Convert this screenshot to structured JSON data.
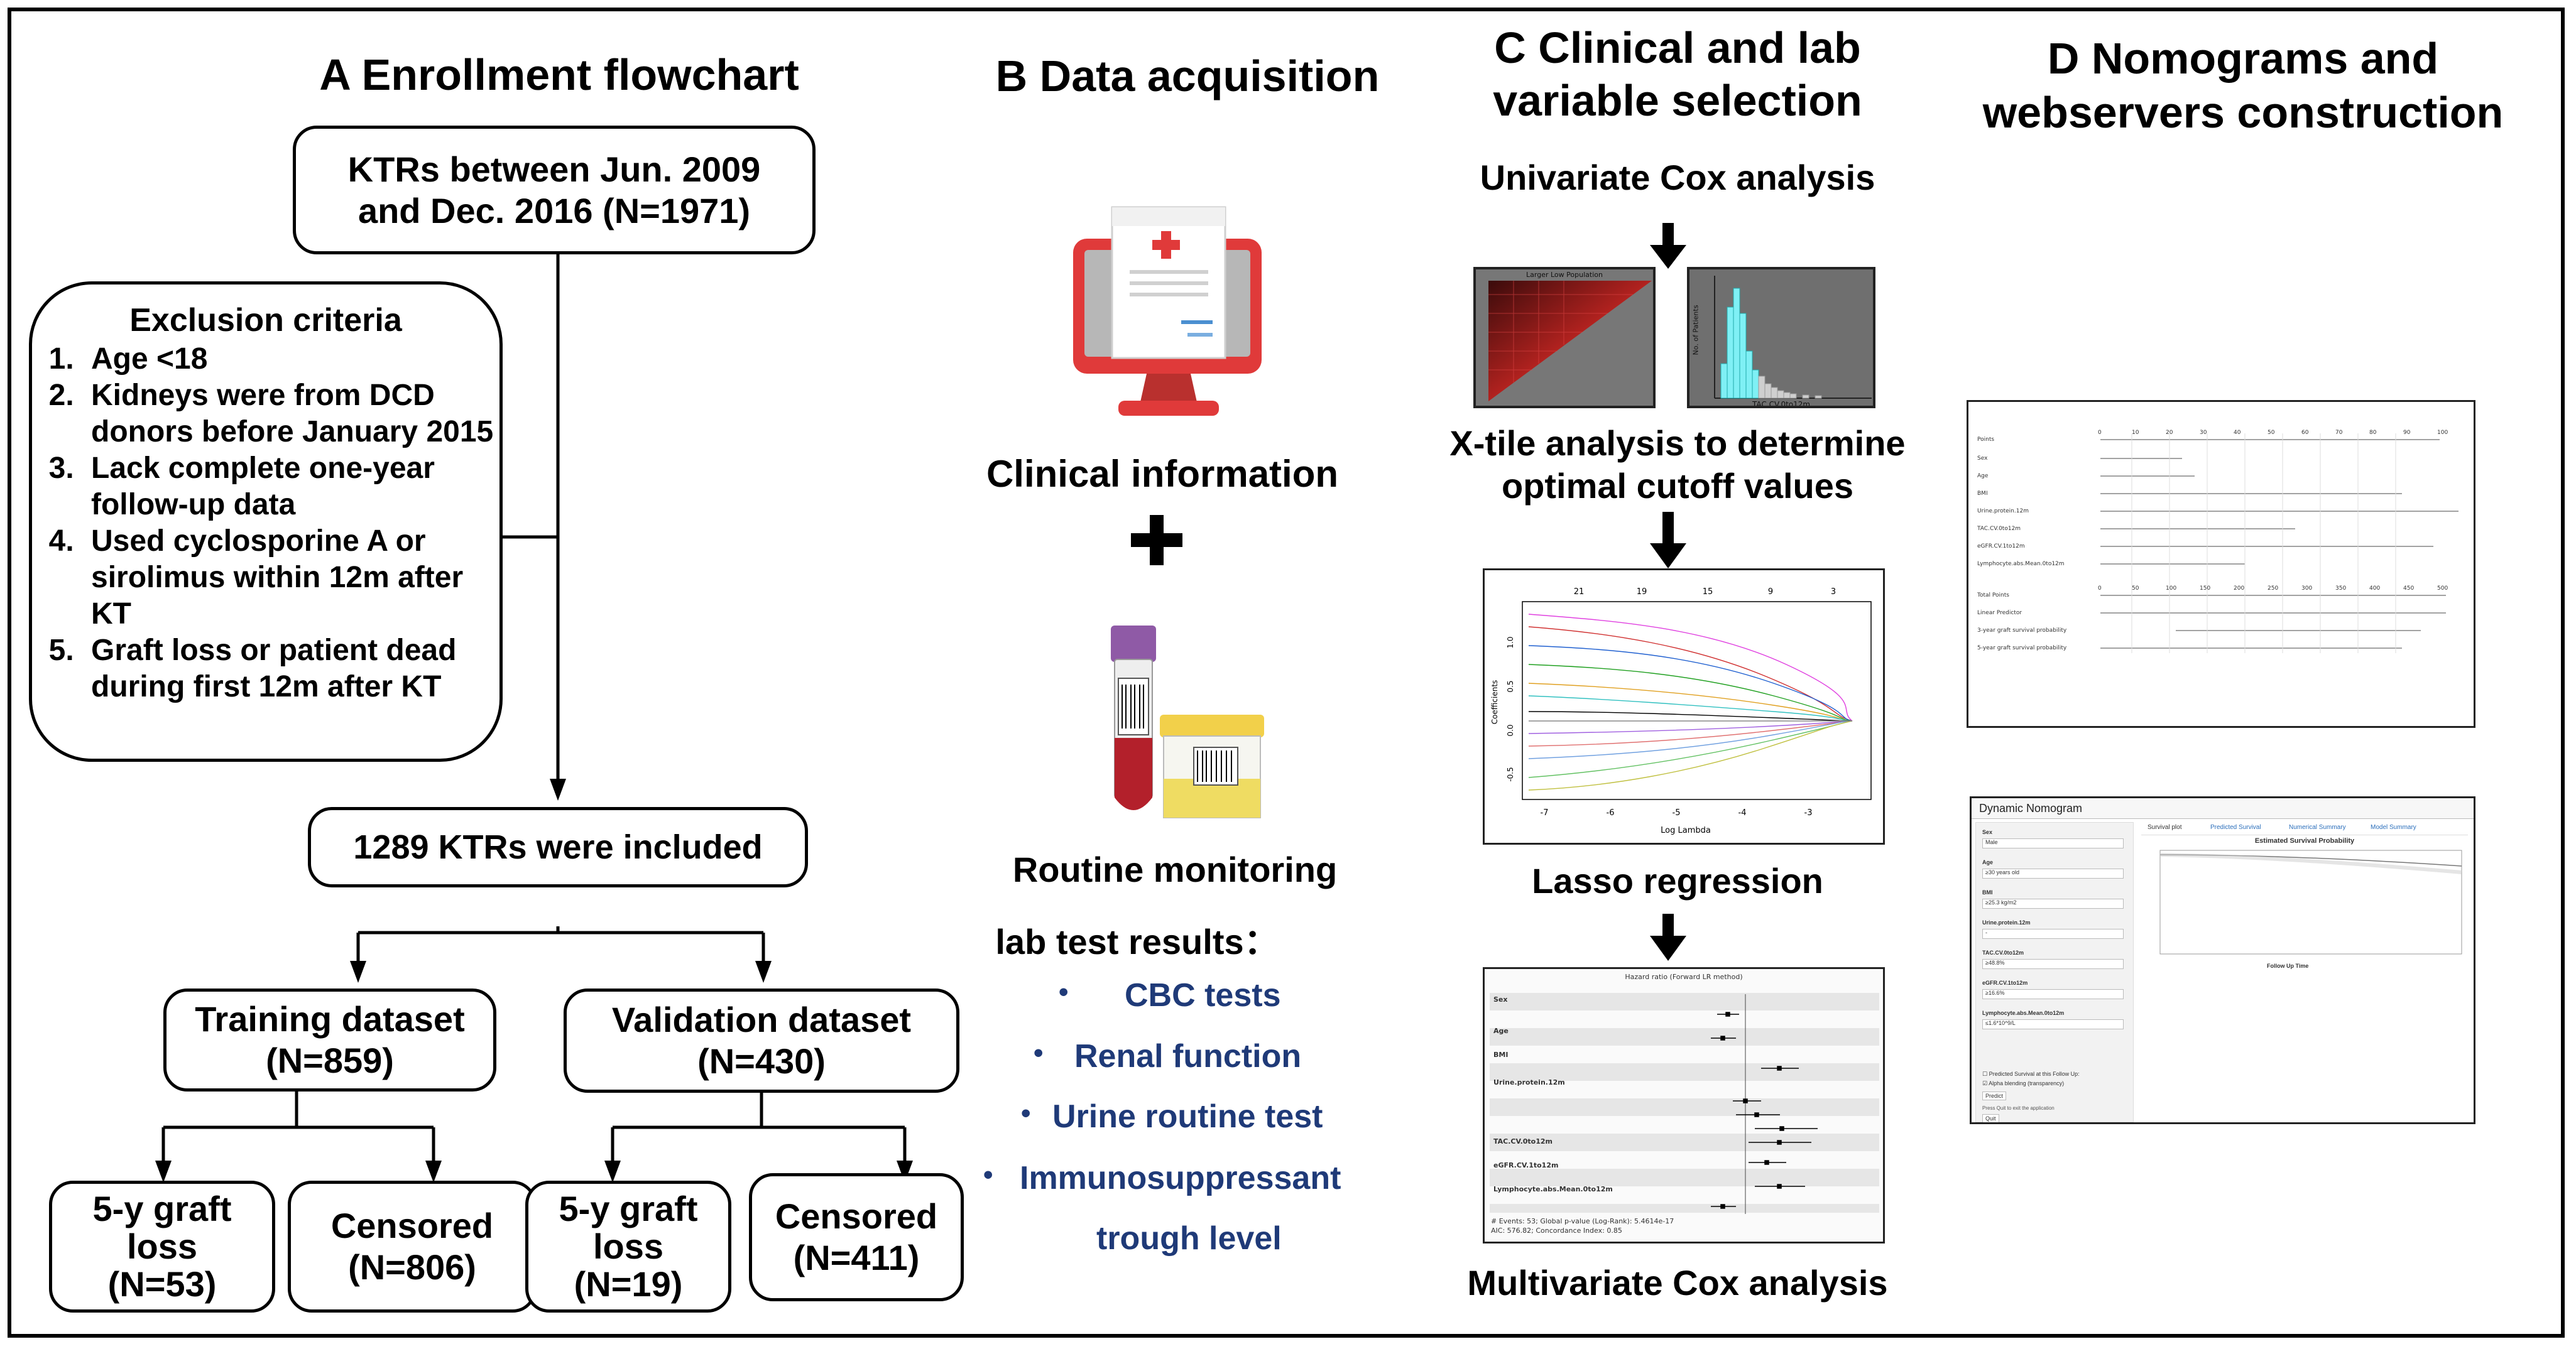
{
  "panelA": {
    "title": "A  Enrollment flowchart",
    "top_box": [
      "KTRs between Jun. 2009",
      "and Dec. 2016 (N=1971)"
    ],
    "exclusion_title": "Exclusion criteria",
    "exclusion_items": [
      "Age <18",
      "Kidneys were from DCD donors before January 2015",
      "Lack complete one-year follow-up data",
      "Used cyclosporine A or sirolimus within 12m after KT",
      "Graft loss or patient dead during first 12m after KT"
    ],
    "included_box": "1289 KTRs were included",
    "training_box": [
      "Training dataset",
      "(N=859)"
    ],
    "validation_box": [
      "Validation dataset",
      "(N=430)"
    ],
    "train_loss": [
      "5-y graft",
      "loss",
      "(N=53)"
    ],
    "train_censored": [
      "Censored",
      "(N=806)"
    ],
    "val_loss": [
      "5-y graft",
      "loss",
      "(N=19)"
    ],
    "val_censored": [
      "Censored",
      "(N=411)"
    ]
  },
  "panelB": {
    "title": "B  Data acquisition",
    "clinical_label": "Clinical information",
    "plus": "+",
    "routine_line1": "Routine monitoring",
    "routine_line2": "lab test results：",
    "lab_items": [
      "CBC tests",
      "Renal function",
      "Urine routine test",
      "Immunosuppressant",
      "trough level"
    ]
  },
  "panelC": {
    "title_line1": "C  Clinical and lab",
    "title_line2": "variable selection",
    "step1": "Univariate Cox analysis",
    "step2_line1": "X-tile analysis to determine",
    "step2_line2": "optimal cutoff values",
    "step3": "Lasso regression",
    "step4": "Multivariate Cox analysis",
    "lasso_top_ticks": [
      "21",
      "19",
      "15",
      "9",
      "3"
    ],
    "lasso_x_ticks": [
      "-7",
      "-6",
      "-5",
      "-4",
      "-3"
    ],
    "lasso_y_ticks": [
      "1.0",
      "0.5",
      "0.0",
      "-0.5"
    ],
    "lasso_xlabel": "Log Lambda",
    "lasso_ylabel": "Coefficients",
    "xtile_hist_xlabel": "TAC.CV.0to12m",
    "xtile_hist_ylabel": "No. of Patients",
    "xtile_tri_title": "Larger Low Population",
    "forest_header": "Hazard ratio (Forward LR method)",
    "forest_rows": [
      "Sex",
      "Age",
      "BMI",
      "Urine.protein.12m",
      "TAC.CV.0to12m",
      "eGFR.CV.1to12m",
      "Lymphocyte.abs.Mean.0to12m"
    ],
    "forest_footer1": "# Events: 53; Global p-value (Log-Rank): 5.4614e-17",
    "forest_footer2": "AIC: 576.82; Concordance Index: 0.85",
    "colors": {
      "arrow": "#000000"
    }
  },
  "panelD": {
    "title_line1": "D  Nomograms and",
    "title_line2": "webservers construction",
    "nomogram_rows": [
      "Points",
      "Sex",
      "Age",
      "BMI",
      "Urine.protein.12m",
      "TAC.CV.0to12m",
      "eGFR.CV.1to12m",
      "Lymphocyte.abs.Mean.0to12m",
      "Total Points",
      "Linear Predictor",
      "3-year graft survival probability",
      "5-year graft survival probability"
    ],
    "points_ticks": [
      "0",
      "10",
      "20",
      "30",
      "40",
      "50",
      "60",
      "70",
      "80",
      "90",
      "100"
    ],
    "total_ticks": [
      "0",
      "50",
      "100",
      "150",
      "200",
      "250",
      "300",
      "350",
      "400",
      "450",
      "500"
    ],
    "dyn_title": "Dynamic Nomogram",
    "dyn_tabs": [
      "Survival plot",
      "Predicted Survival",
      "Numerical Summary",
      "Model Summary"
    ],
    "dyn_plot_title": "Estimated Survival Probability",
    "dyn_xlabel": "Follow Up Time",
    "dyn_fields": [
      {
        "label": "Sex",
        "value": "Male"
      },
      {
        "label": "Age",
        "value": "≥30 years old"
      },
      {
        "label": "BMI",
        "value": "≥25.3 kg/m2"
      },
      {
        "label": "Urine.protein.12m",
        "value": "-"
      },
      {
        "label": "TAC.CV.0to12m",
        "value": "≥48.8%"
      },
      {
        "label": "eGFR.CV.1to12m",
        "value": "≥16.6%"
      },
      {
        "label": "Lymphocyte.abs.Mean.0to12m",
        "value": "≤1.6*10^9/L"
      }
    ],
    "dyn_options": [
      "Predicted Survival at this Follow Up:",
      "Alpha blending (transparency)"
    ],
    "dyn_buttons": [
      "Predict",
      "Press Quit to exit the application",
      "Quit"
    ]
  }
}
